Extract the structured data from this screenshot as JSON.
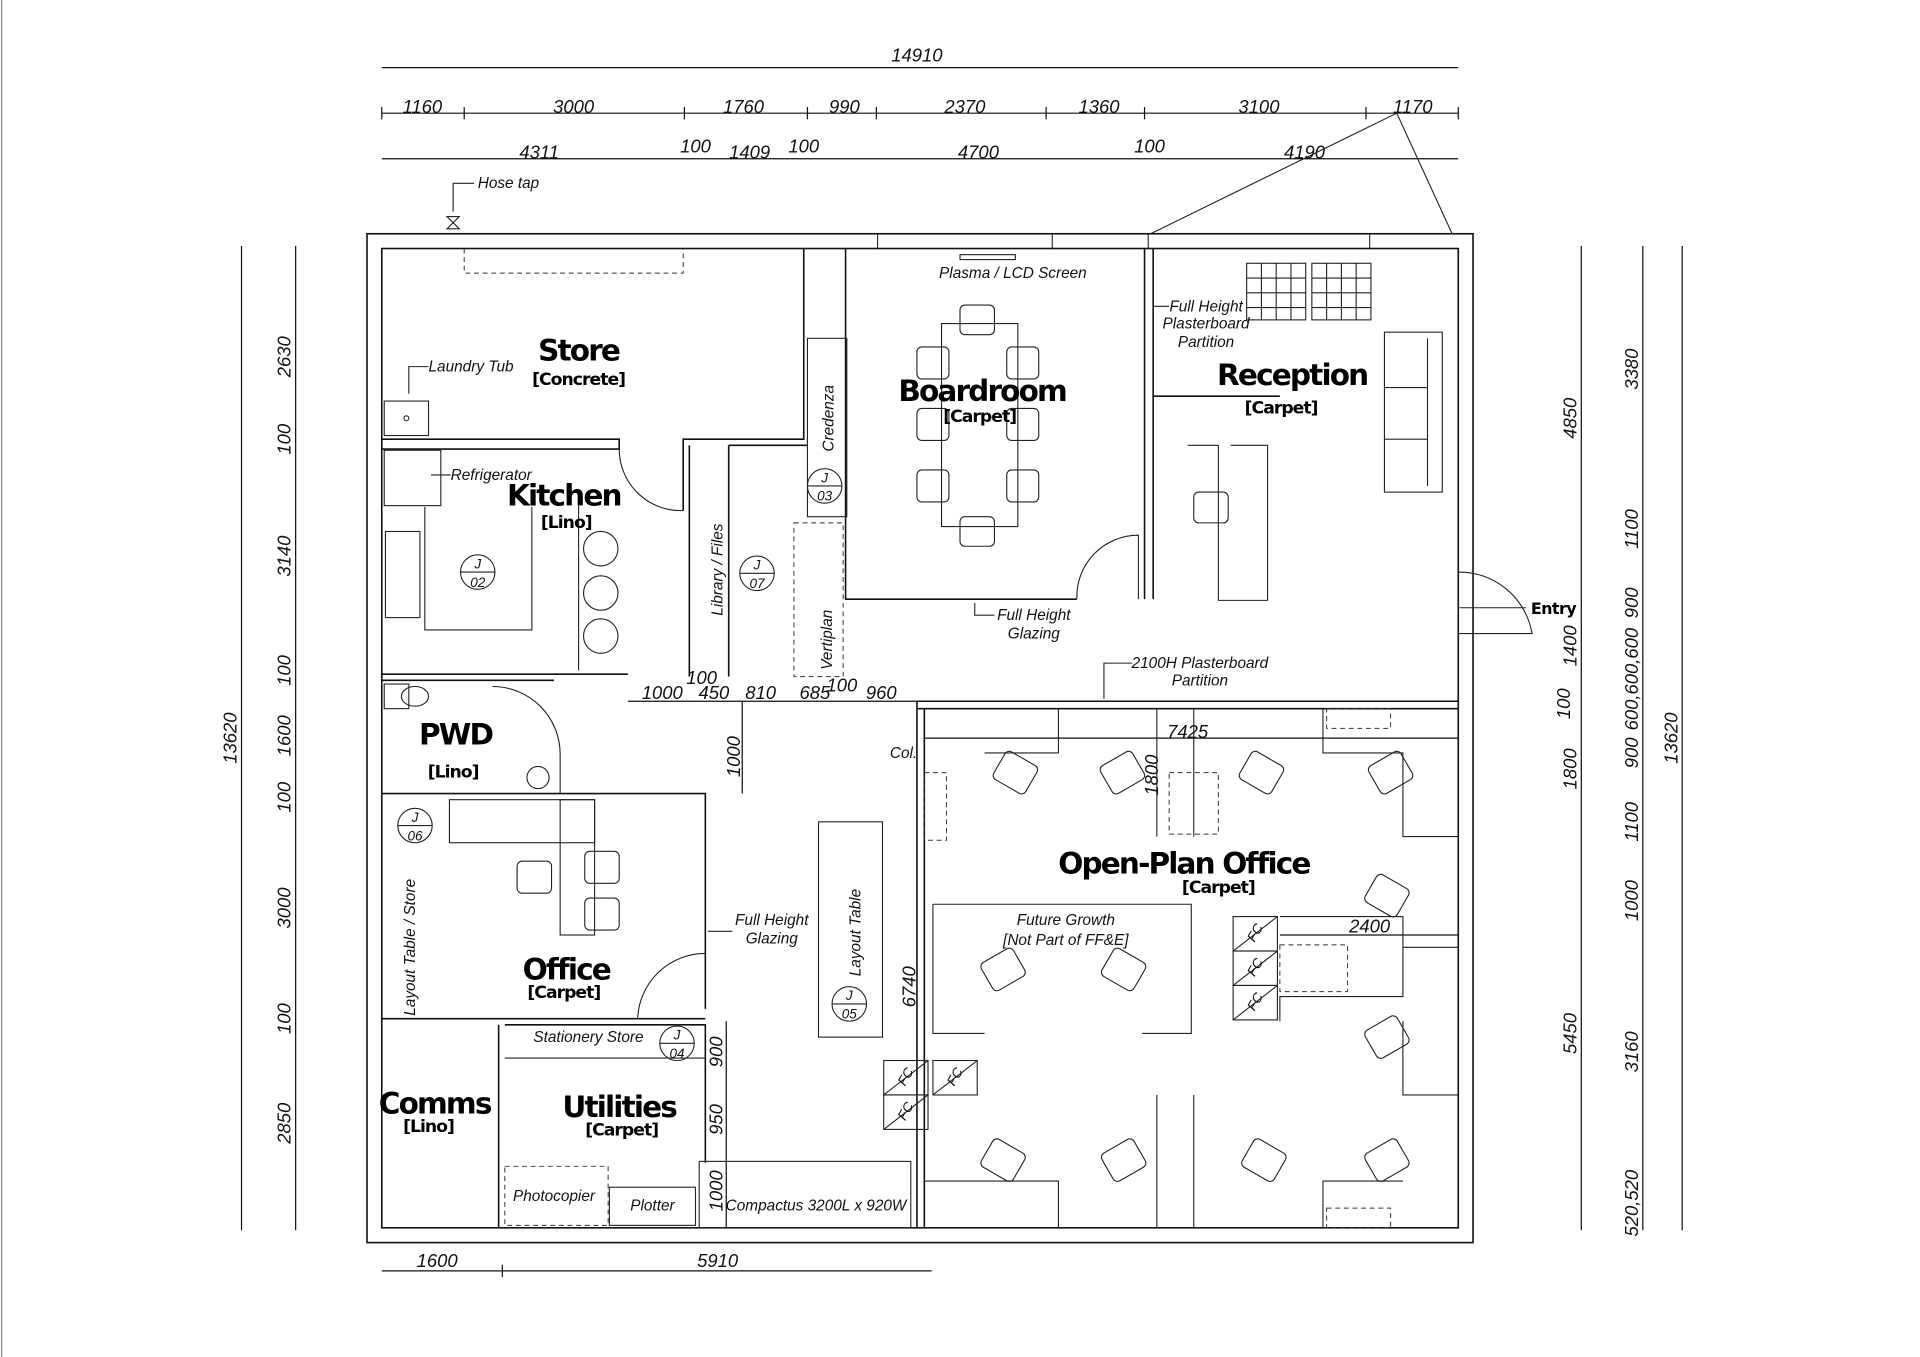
{
  "rooms": {
    "store": {
      "name": "Store",
      "floor": "[Concrete]"
    },
    "kitchen": {
      "name": "Kitchen",
      "floor": "[Lino]"
    },
    "boardroom": {
      "name": "Boardroom",
      "floor": "[Carpet]"
    },
    "reception": {
      "name": "Reception",
      "floor": "[Carpet]"
    },
    "pwd": {
      "name": "PWD",
      "floor": "[Lino]"
    },
    "office": {
      "name": "Office",
      "floor": "[Carpet]"
    },
    "comms": {
      "name": "Comms",
      "floor": "[Lino]"
    },
    "utilities": {
      "name": "Utilities",
      "floor": "[Carpet]"
    },
    "open_plan": {
      "name": "Open-Plan Office",
      "floor": "[Carpet]"
    }
  },
  "annotations": {
    "hose_tap": "Hose tap",
    "laundry_tub": "Laundry Tub",
    "refrigerator": "Refrigerator",
    "plasma": "Plasma / LCD Screen",
    "credenza": "Credenza",
    "library": "Library / Files",
    "vertiplan": "Vertiplan",
    "fh_plasterboard": [
      "Full Height",
      "Plasterboard",
      "Partition"
    ],
    "fh_glazing_board": [
      "Full Height",
      "Glazing"
    ],
    "plasterboard_2100": [
      "2100H Plasterboard",
      "Partition"
    ],
    "entry": "Entry",
    "col": "Col.",
    "fh_glazing_office": [
      "Full Height",
      "Glazing"
    ],
    "layout_store": "Layout Table / Store",
    "layout_table": "Layout Table",
    "stationery": "Stationery Store",
    "photocopier": "Photocopier",
    "plotter": "Plotter",
    "compactus": "Compactus 3200L x 920W",
    "future_growth": [
      "Future Growth",
      "[Not Part of FF&E]"
    ],
    "fc": "FC"
  },
  "tags": {
    "j": "J",
    "j02": "02",
    "j03": "03",
    "j07": "07",
    "j06": "06",
    "j05": "05",
    "j04": "04"
  },
  "dims": {
    "overall_width": "14910",
    "top_row2": [
      "1160",
      "3000",
      "1760",
      "990",
      "2370",
      "1360",
      "3100",
      "1170"
    ],
    "top_row3": [
      "4311",
      "100",
      "1409",
      "100",
      "4700",
      "100",
      "4190"
    ],
    "left_inner": [
      "2630",
      "100",
      "3140",
      "100",
      "1600",
      "100",
      "3000",
      "100",
      "2850"
    ],
    "left_overall": "13620",
    "right_a": [
      "4850",
      "1400",
      "100",
      "1800",
      "5450"
    ],
    "right_b": [
      "3380",
      "1100",
      "900",
      "600,600,600",
      "900",
      "1100",
      "1000",
      "3160",
      "520,520"
    ],
    "right_overall": "13620",
    "bottom": [
      "1600",
      "5910"
    ],
    "interior_row": [
      "1000",
      "100",
      "450",
      "810",
      "685",
      "100",
      "960"
    ],
    "interior_misc": {
      "d1000": "1000",
      "d7425": "7425",
      "d1800": "1800",
      "d2400": "2400",
      "d6740": "6740",
      "d900": "900",
      "d950": "950",
      "d1000b": "1000"
    }
  }
}
